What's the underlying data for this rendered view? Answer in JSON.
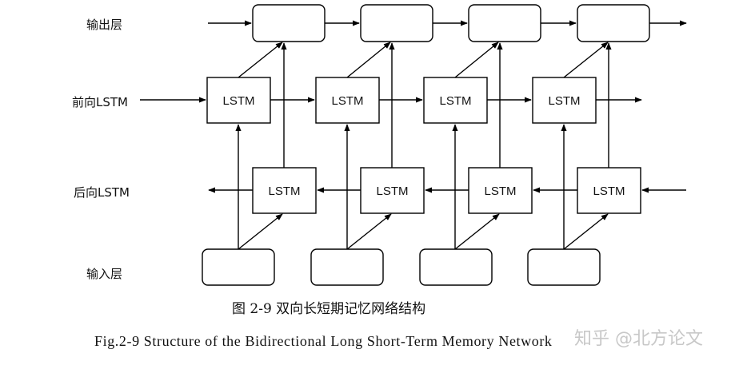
{
  "row_labels": {
    "output": "输出层",
    "forward": "前向LSTM",
    "backward": "后向LSTM",
    "input": "输入层"
  },
  "forward_cells": [
    "LSTM",
    "LSTM",
    "LSTM",
    "LSTM"
  ],
  "backward_cells": [
    "LSTM",
    "LSTM",
    "LSTM",
    "LSTM"
  ],
  "caption": {
    "chinese": "图 2-9  双向长短期记忆网络结构",
    "english": "Fig.2-9 Structure of the Bidirectional Long Short-Term Memory Network"
  },
  "watermark": "知乎 @北方论文"
}
